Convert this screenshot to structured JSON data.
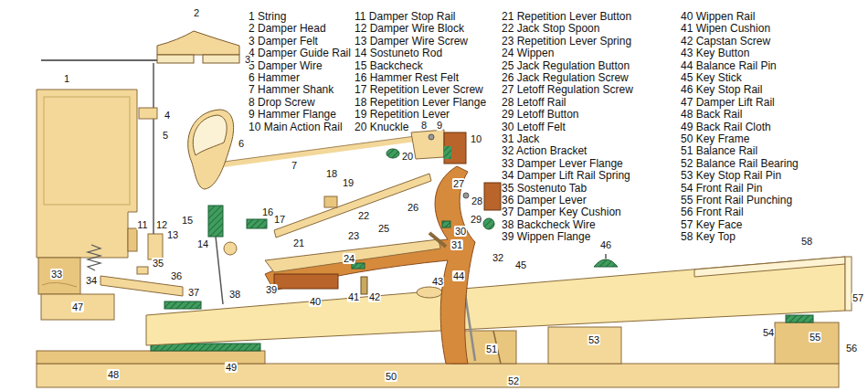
{
  "diagram": {
    "labels": [
      "1 String",
      "2 Damper Head",
      "3 Damper Felt",
      "4 Damper Guide Rail",
      "5 Damper Wire",
      "6 Hammer",
      "7 Hammer Shank",
      "8 Drop Screw",
      "9 Hammer Flange",
      "10 Main Action Rail",
      "11 Damper Stop Rail",
      "12 Damper Wire Block",
      "13 Damper Wire Screw",
      "14 Sostuneto Rod",
      "15 Backcheck",
      "16 Hammer Rest Felt",
      "17 Repetition Lever Screw",
      "18 Repetition Lever Flange",
      "19 Repetition Lever",
      "20 Knuckle",
      "21 Repetition Lever Button",
      "22 Jack Stop Spoon",
      "23 Repetition Lever Spring",
      "24 Wippen",
      "25 Jack Regulation Button",
      "26 Jack Regulation Screw",
      "27 Letoff Regulation Screw",
      "28 Letoff Rail",
      "29 Letoff Button",
      "30 Letoff Felt",
      "31 Jack",
      "32 Action Bracket",
      "33 Damper Lever Flange",
      "34 Damper Lift Rail Spring",
      "35 Sostenuto Tab",
      "36 Damper Lever",
      "37 Damper Key Cushion",
      "38 Backcheck Wire",
      "39 Wippen Flange",
      "40 Wippen Rail",
      "41 Wipen Cushion",
      "42 Capstan Screw",
      "43 Key Button",
      "44 Balance Rail Pin",
      "45 Key Stick",
      "46 Key Stop Rail",
      "47 Damper Lift Rail",
      "48 Back Rail",
      "49 Back Rail Cloth",
      "50 Key Frame",
      "51 Balance Rail",
      "52 Balance Rail Bearing",
      "53 Key Stop Rail Pin",
      "54 Front Rail Pin",
      "55 Front Rail Punching",
      "56 Front Rail",
      "57 Key Face",
      "58 Key Top",
      "1",
      "2",
      "3",
      "4",
      "5",
      "6",
      "7",
      "8",
      "9",
      "10",
      "11",
      "12",
      "13",
      "14",
      "15",
      "16",
      "17",
      "18",
      "19",
      "20",
      "21",
      "22",
      "23",
      "24",
      "25",
      "26",
      "27",
      "28",
      "29",
      "30",
      "31",
      "32",
      "33",
      "34",
      "35",
      "36",
      "37",
      "38",
      "39",
      "40",
      "41",
      "42",
      "43",
      "44",
      "45",
      "46",
      "47",
      "48",
      "49",
      "50",
      "51",
      "52",
      "53",
      "54",
      "55",
      "56",
      "57",
      "58"
    ]
  }
}
